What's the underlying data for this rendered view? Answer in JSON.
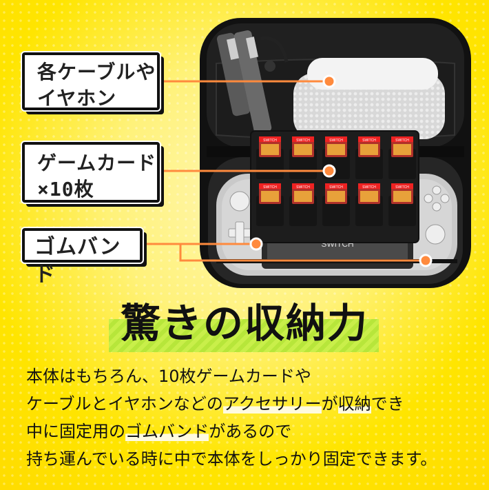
{
  "labels": {
    "cables": [
      "各ケーブルや",
      "イヤホン"
    ],
    "cards": [
      "ゲームカード",
      "×10枚"
    ],
    "band": "ゴムバンド"
  },
  "heading": "驚きの収納力",
  "body": {
    "line1": "本体はもちろん、10枚ゲームカードや",
    "line2_a": "ケーブルとイヤホンなどの",
    "line2_b": "アクセサリー",
    "line2_c": "が",
    "line2_d": "収納",
    "line2_e": "でき",
    "line3_a": "中に固定用の",
    "line3_b": "ゴムバンド",
    "line3_c": "があるので",
    "line4": "持ち運んでいる時に中で本体をしっかり固定できます。"
  },
  "product": {
    "card_label": "SWITCH",
    "console_logo": "SWITCH"
  },
  "colors": {
    "background": "#ffe500",
    "accent_line": "#ff8a3d",
    "heading_band": "#c9ef4a",
    "case_body": "#1a1a1a"
  }
}
